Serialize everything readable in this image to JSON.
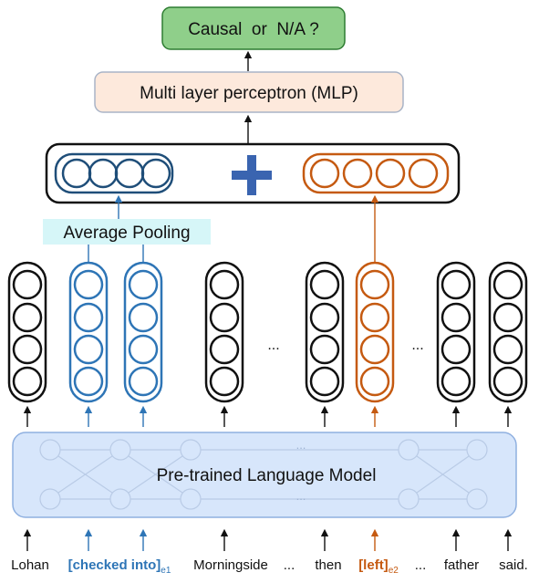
{
  "output_box": {
    "text": "Causal  or  N/A ?",
    "fill": "#8fcf8a",
    "stroke": "#2e7d32"
  },
  "mlp_box": {
    "text": "Multi layer perceptron (MLP)",
    "fill": "#fde9dc",
    "stroke": "#a9b4c7"
  },
  "pooling_label": {
    "text": "Average Pooling",
    "bg": "#d6f6f8"
  },
  "plm_box": {
    "text": "Pre-trained Language Model",
    "fill": "#d7e6fb",
    "stroke": "#8fb0e0"
  },
  "colors": {
    "black": "#111111",
    "blue": "#2e75b6",
    "dark_blue": "#1f4e79",
    "orange": "#c55a11",
    "plus": "#3a64b0"
  },
  "ellipses": {
    "between_stacks_1": "...",
    "between_stacks_2": "...",
    "words_1": "...",
    "words_2": "...",
    "plm_top": "...",
    "plm_bottom": "..."
  },
  "tokens": [
    {
      "text": "Lohan",
      "color": "black"
    },
    {
      "text": "[checked into]",
      "sub": "e1",
      "color": "blue"
    },
    {
      "text": "Morningside",
      "color": "black"
    },
    {
      "text": "then",
      "color": "black"
    },
    {
      "text": "[left]",
      "sub": "e2",
      "color": "orange"
    },
    {
      "text": "father",
      "color": "black"
    },
    {
      "text": "said.",
      "color": "black"
    }
  ]
}
